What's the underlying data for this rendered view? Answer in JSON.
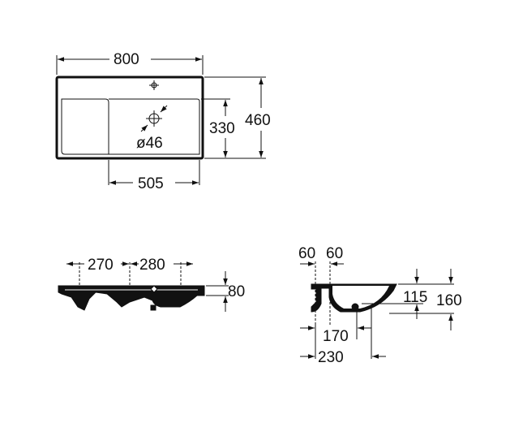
{
  "top_view": {
    "width_label": "800",
    "depth_label": "460",
    "inner_depth_label": "330",
    "inner_width_label": "505",
    "hole_label": "ø46"
  },
  "front_view": {
    "left_label": "270",
    "right_label": "280",
    "height_label": "80"
  },
  "side_view": {
    "offset_left_label": "60",
    "offset_right_label": "60",
    "drain_height_label": "115",
    "total_height_label": "160",
    "depth_170_label": "170",
    "depth_230_label": "230"
  }
}
